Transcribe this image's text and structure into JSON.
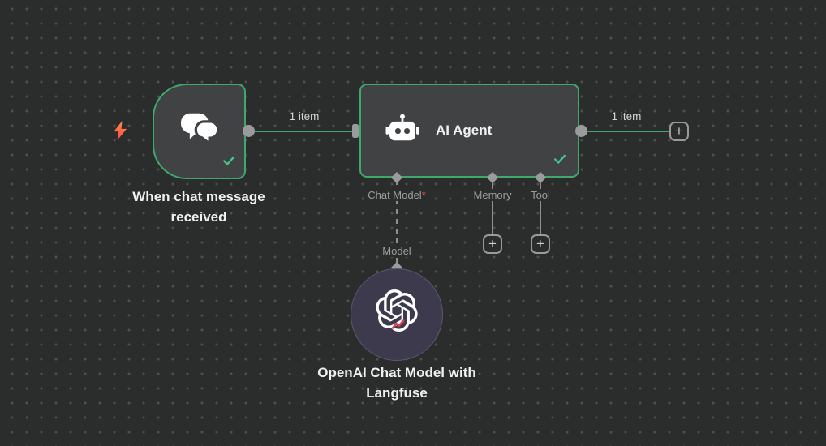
{
  "workflow": {
    "edges": {
      "trigger_to_agent": {
        "label": "1 item"
      },
      "agent_to_output": {
        "label": "1 item"
      },
      "model_to_agent": {
        "label": "Model"
      }
    },
    "nodes": {
      "trigger": {
        "title": "When chat message received",
        "status": "success"
      },
      "agent": {
        "title": "AI Agent",
        "status": "success",
        "ports": {
          "chat_model": {
            "label": "Chat Model",
            "required_marker": "*"
          },
          "memory": {
            "label": "Memory"
          },
          "tool": {
            "label": "Tool"
          }
        }
      },
      "model": {
        "title": "OpenAI Chat Model with Langfuse"
      }
    },
    "buttons": {
      "add": "+"
    }
  },
  "icons": {
    "trigger_kind": "lightning-bolt-icon",
    "trigger_node": "chat-bubbles-icon",
    "agent_node": "robot-icon",
    "model_node": "openai-logo-icon",
    "model_overlay": "langfuse-icon",
    "node_status": "check-icon",
    "add_node": "plus-icon"
  },
  "colors": {
    "canvas_bg": "#2b2c2c",
    "canvas_dots": "#4e4f50",
    "node_bg": "#414244",
    "accent_green": "#3fa86b",
    "success_check": "#46c68e",
    "connector_gray": "#9b9b9d",
    "required_red": "#f45757",
    "bolt_orange": "#ff6d5a",
    "model_node_bg": "#3d3a4e"
  }
}
